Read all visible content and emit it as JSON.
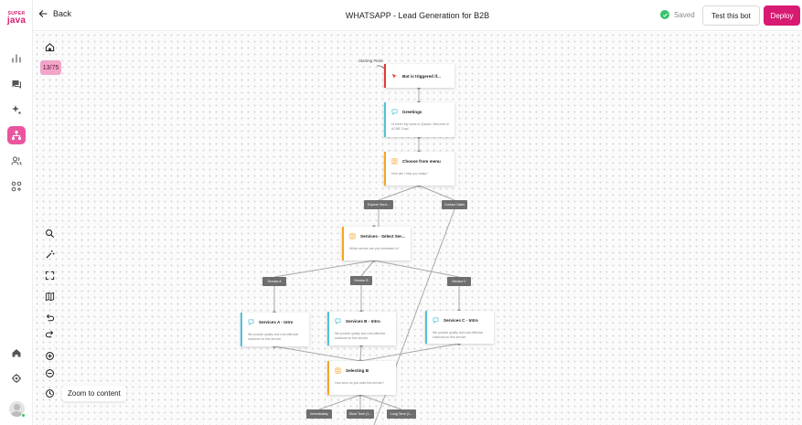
{
  "brand": {
    "line1": "SUPER",
    "line2": "java",
    "accent": "#d81b72"
  },
  "nav": {
    "back_label": "Back",
    "title": "WHATSAPP - Lead Generation for B2B",
    "saved_label": "Saved",
    "test_label": "Test this bot",
    "deploy_label": "Deploy"
  },
  "rail_icons": [
    "analytics-icon",
    "chat-icon",
    "sparkle-icon",
    "flow-icon",
    "users-icon",
    "integrations-icon",
    "home-icon",
    "settings-icon"
  ],
  "canvas": {
    "step_counter": "13/75",
    "zoom_tooltip": "Zoom to content",
    "start_hint": "Starting Point"
  },
  "nodes": {
    "trigger": {
      "title": "Bot is triggered if...",
      "body": ""
    },
    "greetings": {
      "title": "Greetings",
      "body": "Hi there! My name is Quadra. Welcome to ACME Corp!"
    },
    "menu": {
      "title": "Choose from menu",
      "body": "How can I help you today?"
    },
    "services": {
      "title": "Services - Select Ser...",
      "body": "Which service are you interested in?"
    },
    "service_a": {
      "title": "Services A - Intro",
      "body": "We provide quality and cost-effective solutions for this service."
    },
    "service_b": {
      "title": "Services B - Intro",
      "body": "We provide quality and cost-effective solutions for this service."
    },
    "service_c": {
      "title": "Services C - Intro",
      "body": "We provide quality and cost-effective solutions for this service."
    },
    "selecting": {
      "title": "Selecting B",
      "body": "How soon do you want this service?"
    }
  },
  "chips": {
    "explore": "Explore Servi...",
    "contact": "Contact Sales",
    "svc_a": "Service A",
    "svc_b": "Service B",
    "svc_c": "Service C",
    "immediately": "Immediately",
    "short": "Short Term (1...",
    "long": "Long Term (1..."
  }
}
